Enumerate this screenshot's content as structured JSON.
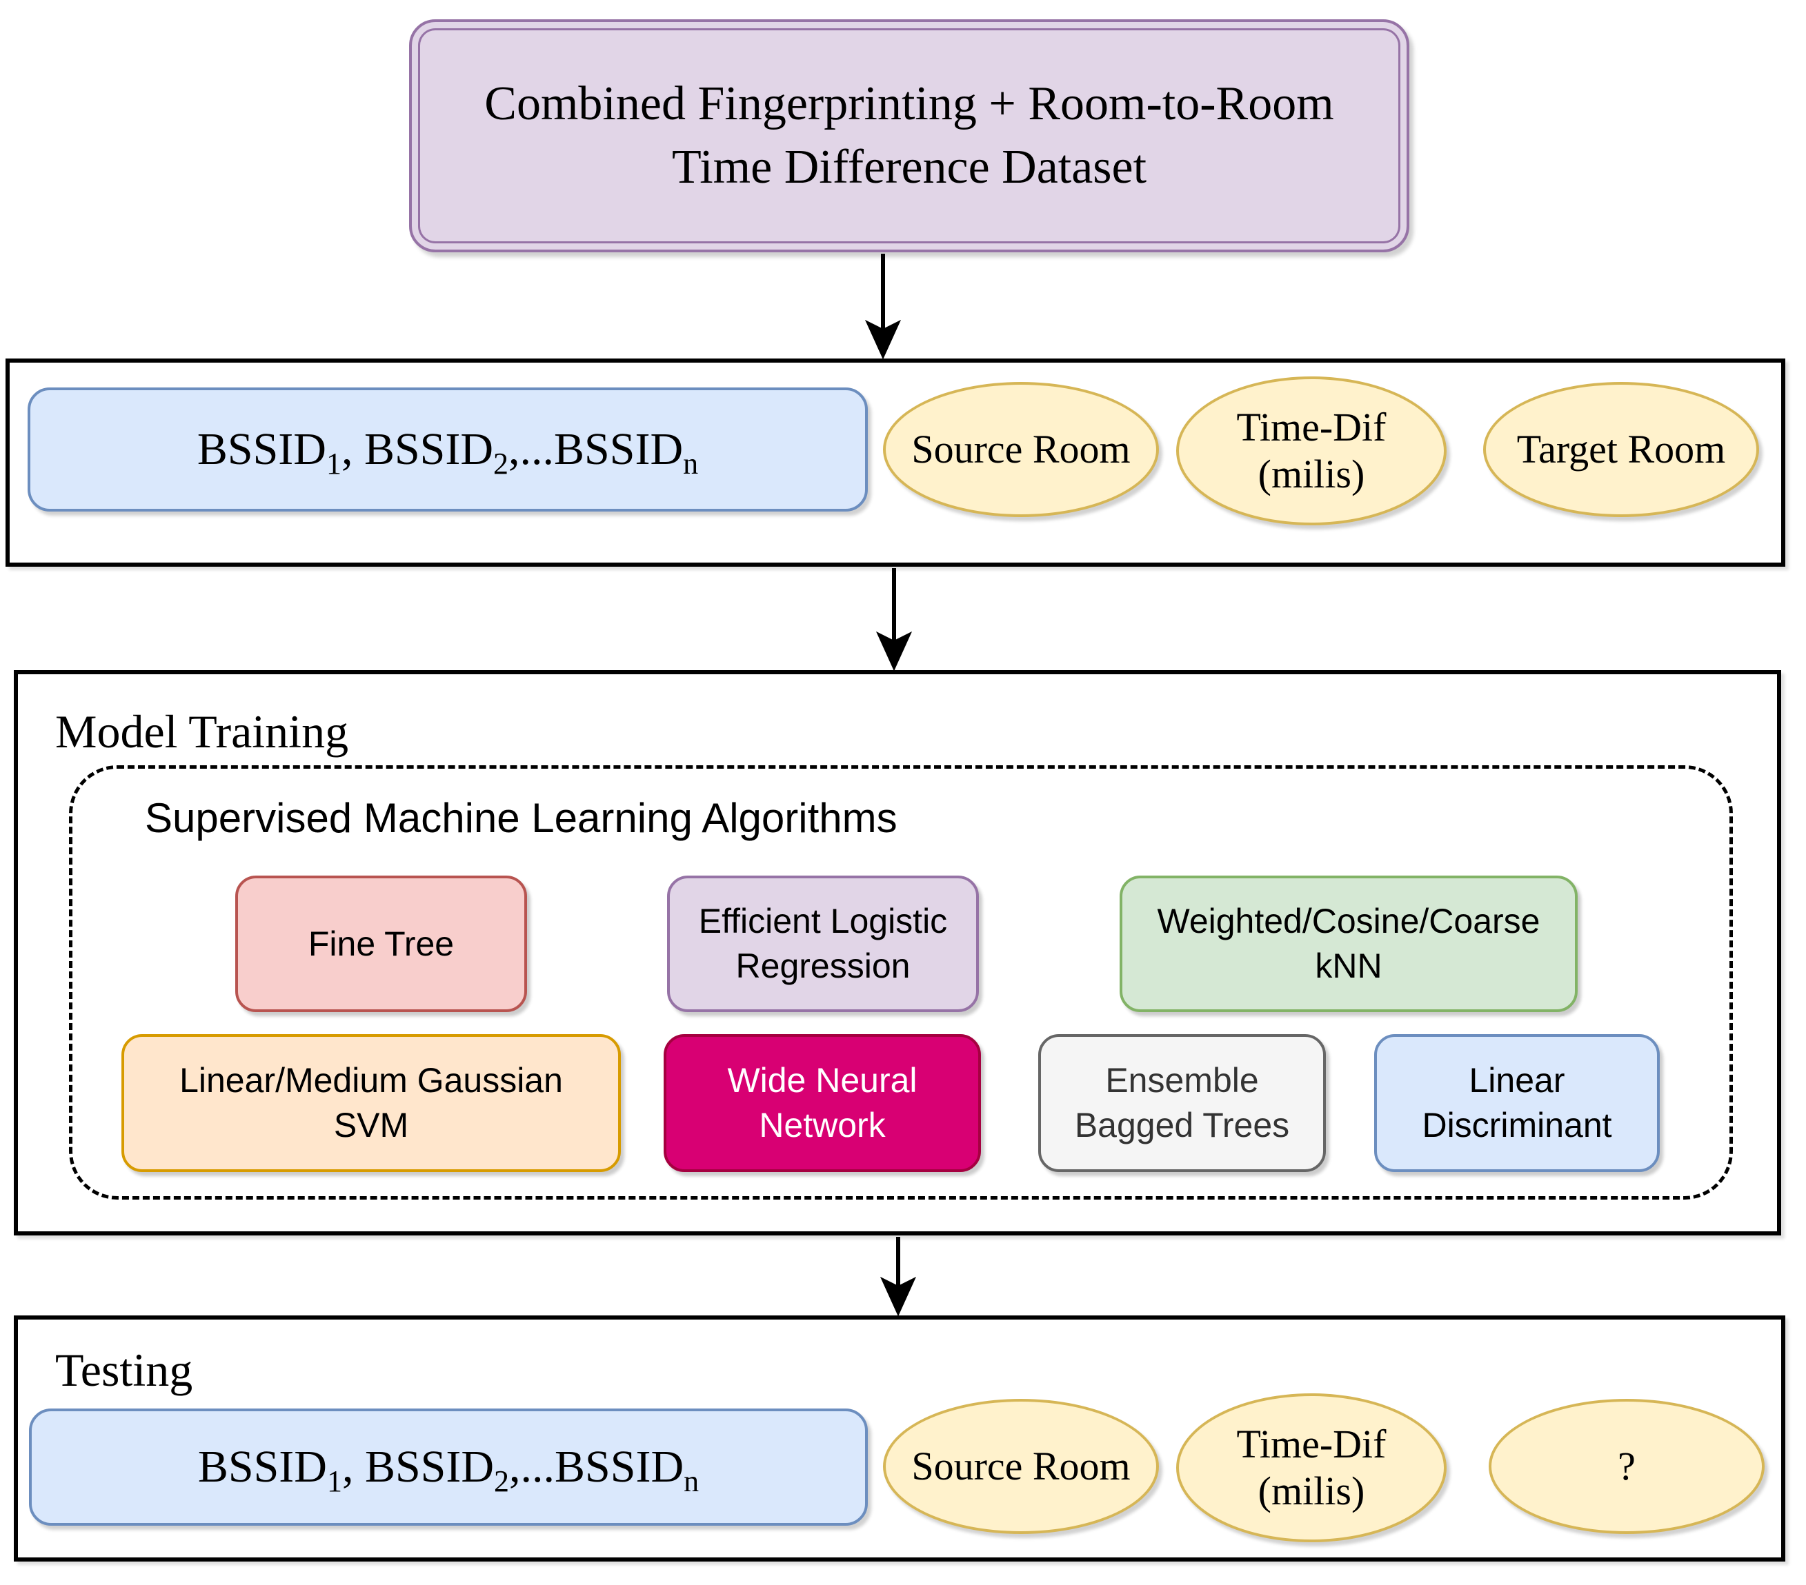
{
  "dataset_box": {
    "label_line1": "Combined Fingerprinting + Room-to-Room",
    "label_line2": "Time Difference Dataset"
  },
  "columns": {
    "bssid": {
      "p1": "BSSID",
      "s1": "1",
      "p2": ", BSSID",
      "s2": "2",
      "p3": ",...BSSID",
      "s3": "n"
    },
    "source_room": "Source Room",
    "time_dif": {
      "line1": "Time-Dif",
      "line2": "(milis)"
    },
    "target_room": "Target Room",
    "unknown": "?"
  },
  "model_training": {
    "title": "Model Training",
    "group_label": "Supervised Machine Learning Algorithms",
    "algorithms": [
      {
        "line1": "Fine Tree",
        "line2": "",
        "fill": "#F8CECC",
        "stroke": "#B85450",
        "text": "#000000"
      },
      {
        "line1": "Efficient Logistic",
        "line2": "Regression",
        "fill": "#E1D5E7",
        "stroke": "#9673A6",
        "text": "#000000"
      },
      {
        "line1": "Weighted/Cosine/Coarse",
        "line2": "kNN",
        "fill": "#D5E8D4",
        "stroke": "#82B366",
        "text": "#000000"
      },
      {
        "line1": "Linear/Medium Gaussian",
        "line2": "SVM",
        "fill": "#FFE6CC",
        "stroke": "#D79B00",
        "text": "#000000"
      },
      {
        "line1": "Wide Neural",
        "line2": "Network",
        "fill": "#D80073",
        "stroke": "#A50040",
        "text": "#FFFFFF"
      },
      {
        "line1": "Ensemble",
        "line2": "Bagged Trees",
        "fill": "#F5F5F5",
        "stroke": "#666666",
        "text": "#333333"
      },
      {
        "line1": "Linear",
        "line2": "Discriminant",
        "fill": "#DAE8FC",
        "stroke": "#6C8EBF",
        "text": "#000000"
      }
    ]
  },
  "testing": {
    "title": "Testing"
  },
  "colors": {
    "background": "#FFFFFF",
    "section_outline": "#000000",
    "arrow": "#000000",
    "dataset_node": {
      "fill": "#E1D5E7",
      "stroke": "#9673A6"
    },
    "feature_node": {
      "fill": "#DAE8FC",
      "stroke": "#6C8EBF"
    },
    "label_ellipse": {
      "fill": "#FFF2CC",
      "stroke": "#D6B656"
    }
  }
}
